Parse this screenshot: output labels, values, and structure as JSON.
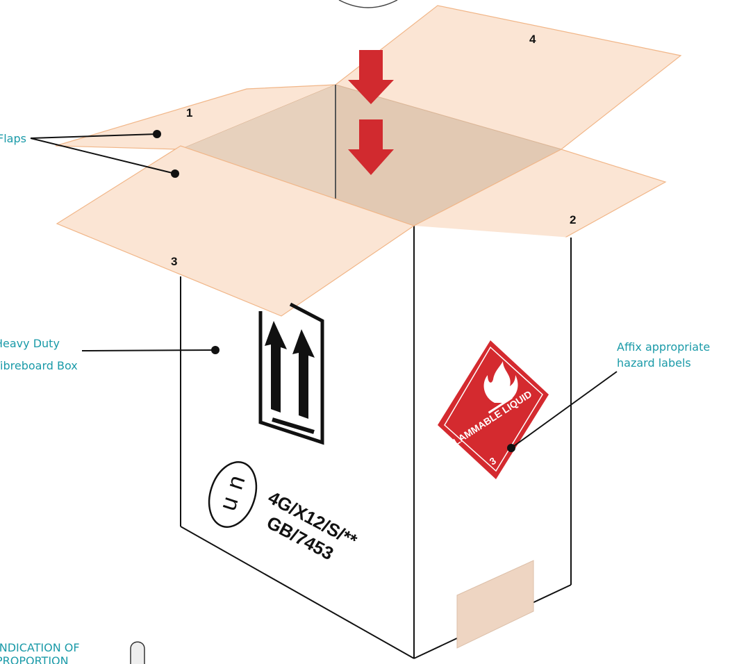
{
  "callouts": {
    "flaps": "Flaps",
    "box_line1": "Heavy Duty",
    "box_line2": "Fibreboard Box",
    "hazard_line1": "Affix appropriate",
    "hazard_line2": "hazard labels",
    "indication_line1": "INDICATION OF",
    "indication_line2": "PROPORTION"
  },
  "flap_numbers": {
    "flap1": "1",
    "flap2": "2",
    "flap3": "3",
    "flap4": "4"
  },
  "un_marking": {
    "symbol_top": "u",
    "symbol_bottom": "n",
    "line1": "4G/X12/S/**",
    "line2": "GB/7453"
  },
  "hazard_label": {
    "text": "FLAMMABLE LIQUID",
    "class_number": "3",
    "color": "#d42a2f"
  },
  "colors": {
    "callout_text": "#1a9aa8",
    "flap_fill": "#fbe5d4",
    "flap_stroke": "#f1b688",
    "inside_fill": "#e2c9b3",
    "arrow_red": "#d12a2f",
    "tape_fill": "#eed5c2"
  },
  "icons": [
    "down-arrow-icon",
    "this-way-up-icon",
    "un-packaging-icon",
    "flame-icon"
  ]
}
